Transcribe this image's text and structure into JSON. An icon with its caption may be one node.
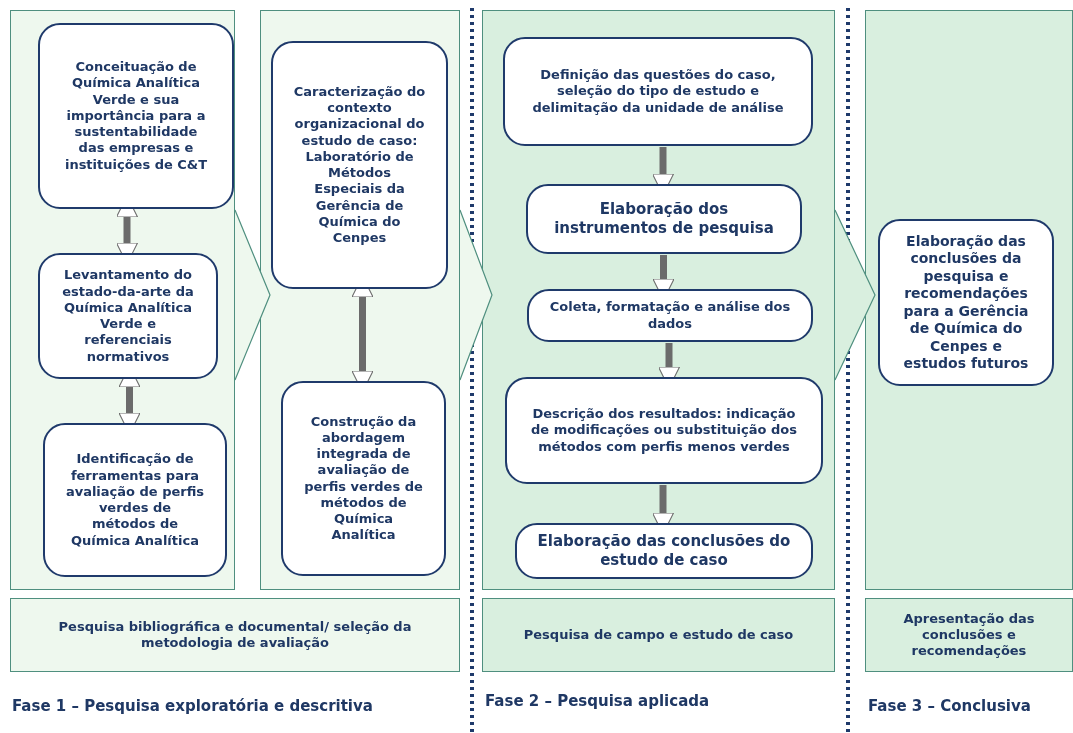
{
  "diagram": {
    "nodes": [
      {
        "text": [],
        "shape": "box"
      },
      {
        "text": [
          "Conceituação de Química Analítica Verde e sua importância para a sustentabilidade das empresas e instituições de C&T"
        ],
        "in": 0
      },
      {
        "text": [
          "Levantamento do estado-da-arte da Química Analítica Verde e referenciais normativos"
        ],
        "in": 0
      },
      {
        "text": [
          "Identificação de ferramentas para avaliação de perfis verdes de métodos de Química Analítica"
        ],
        "in": 0
      },
      {
        "text": [],
        "shape": "box"
      },
      {
        "text": [
          "Caracterização do contexto organizacional do estudo de caso: Laboratório de Métodos Especiais da Gerência de Química do Cenpes"
        ],
        "in": 4
      },
      {
        "text": [
          "Construção da abordagem integrada de avaliação de perfis verdes de métodos de Química Analítica"
        ],
        "in": 4
      },
      {
        "text": [],
        "shape": "box"
      },
      {
        "text": [
          "Definição das questões do caso, seleção do tipo de estudo e delimitação da unidade de análise"
        ],
        "in": 7
      },
      {
        "text": [
          "Elaboração dos instrumentos de pesquisa"
        ],
        "in": 7
      },
      {
        "text": [
          "Coleta, formatação e análise dos dados"
        ],
        "in": 7
      },
      {
        "text": [
          "Descrição dos resultados: indicação de modificações ou substituição dos métodos com perfis menos verdes"
        ],
        "in": 7
      },
      {
        "text": [
          "Elaboração das conclusões do estudo de caso"
        ],
        "in": 7
      },
      {
        "text": [],
        "shape": "box"
      },
      {
        "text": [
          "Elaboração das conclusões da pesquisa e recomendações para a Gerência de Química do Cenpes e estudos futuros"
        ],
        "in": 13
      },
      {
        "text": [
          "Pesquisa bibliográfica e documental/ seleção da metodologia de avaliação"
        ]
      },
      {
        "text": [
          "Pesquisa de campo e estudo de caso"
        ]
      },
      {
        "text": [
          "Apresentação das conclusões e recomendações"
        ]
      }
    ],
    "edges": [
      {
        "from": 1,
        "to": 2,
        "arrow": "both"
      },
      {
        "from": 2,
        "to": 3,
        "arrow": "both"
      },
      {
        "from": 5,
        "to": 6,
        "arrow": "both"
      },
      {
        "from": 8,
        "to": 9,
        "arrow": "to"
      },
      {
        "from": 9,
        "to": 10,
        "arrow": "to"
      },
      {
        "from": 10,
        "to": 11,
        "arrow": "to"
      },
      {
        "from": 11,
        "to": 12,
        "arrow": "to"
      },
      {
        "from": 0,
        "to": 4,
        "arrow": "to",
        "color": "#4f8f7f"
      },
      {
        "from": 4,
        "to": 7,
        "arrow": "to",
        "color": "#4f8f7f"
      },
      {
        "from": 7,
        "to": 13,
        "arrow": "to",
        "color": "#4f8f7f"
      }
    ],
    "labels": [
      "Fase 1 – Pesquisa exploratória e descritiva",
      "Fase 2 – Pesquisa aplicada",
      "Fase 3 – Conclusiva"
    ]
  }
}
